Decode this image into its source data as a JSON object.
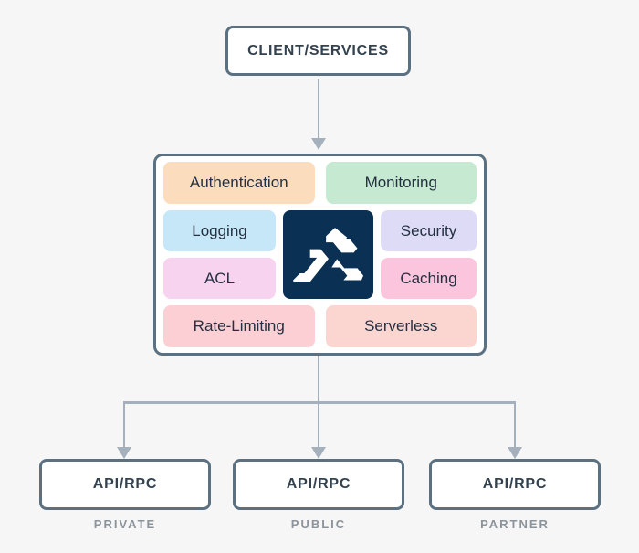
{
  "client": {
    "label": "CLIENT/SERVICES"
  },
  "gateway": {
    "logo": {
      "name": "kong-gorilla-logo",
      "bg": "#0A3154",
      "glyph_color": "#FFFFFF"
    },
    "features": [
      {
        "id": "authentication",
        "label": "Authentication",
        "bg": "#FBDCBD"
      },
      {
        "id": "monitoring",
        "label": "Monitoring",
        "bg": "#C6EAD1"
      },
      {
        "id": "logging",
        "label": "Logging",
        "bg": "#C6E7F8"
      },
      {
        "id": "security",
        "label": "Security",
        "bg": "#DDDBF6"
      },
      {
        "id": "acl",
        "label": "ACL",
        "bg": "#F8D3F0"
      },
      {
        "id": "caching",
        "label": "Caching",
        "bg": "#FBC6DD"
      },
      {
        "id": "rate-limiting",
        "label": "Rate-Limiting",
        "bg": "#FBCFD3"
      },
      {
        "id": "serverless",
        "label": "Serverless",
        "bg": "#FBD5D0"
      }
    ]
  },
  "endpoints": [
    {
      "label": "API/RPC",
      "type": "PRIVATE"
    },
    {
      "label": "API/RPC",
      "type": "PUBLIC"
    },
    {
      "label": "API/RPC",
      "type": "PARTNER"
    }
  ],
  "colors": {
    "page_bg": "#F7F6F6",
    "node_border": "#5B7080",
    "node_bg": "#FFFFFF",
    "arrow": "#A4B1BC",
    "title_text": "#33424E",
    "pill_text": "#243040",
    "muted_label": "#8B939B"
  }
}
